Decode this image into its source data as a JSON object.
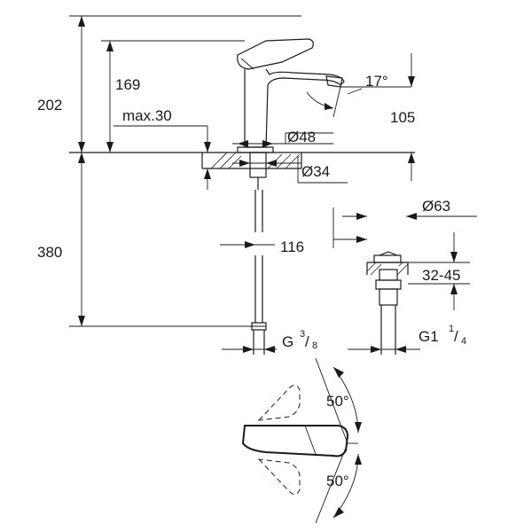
{
  "dimensions": {
    "total_height": "202",
    "spout_height": "169",
    "max_thickness": "max.30",
    "base_diameter": "Ø48",
    "spout_angle": "17°",
    "spout_reach": "105",
    "hole_diameter": "Ø34",
    "hose_length": "380",
    "hose_offset": "116",
    "hose_thread_main": "G",
    "hose_thread_num": "3",
    "hose_thread_den": "8",
    "waste_diameter": "Ø63",
    "waste_range": "32-45",
    "waste_thread_main": "G1",
    "waste_thread_num": "1",
    "waste_thread_den": "4",
    "rotation_top": "50°",
    "rotation_bottom": "50°"
  }
}
